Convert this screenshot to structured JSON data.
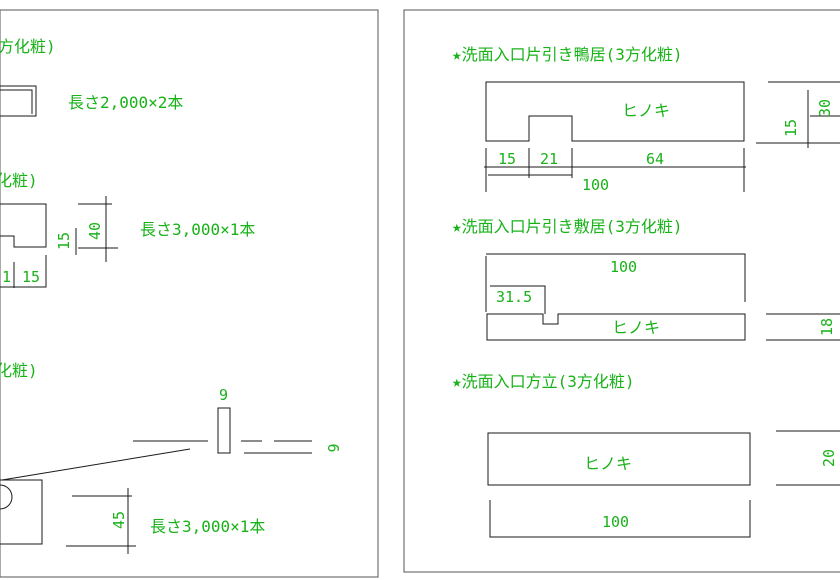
{
  "colors": {
    "annotation": "#19b219",
    "line": "#1a1a1a",
    "frame": "#555555"
  },
  "left_panel": {
    "partial_heading_1": "方化粧)",
    "length_1": "長さ2,000×2本",
    "partial_heading_2": "化粧)",
    "dim_40": "40",
    "dim_15a": "15",
    "length_2": "長さ3,000×1本",
    "dim_bottom_1": "1",
    "dim_bottom_15": "15",
    "partial_heading_3": "化粧)",
    "dim_9": "9",
    "dim_6": "6",
    "dim_45": "45",
    "length_3": "長さ3,000×1本"
  },
  "right_panel": {
    "kamoi": {
      "heading": "★洗面入口片引き鴨居(3方化粧)",
      "material": "ヒノキ",
      "dim_15": "15",
      "dim_21": "21",
      "dim_64": "64",
      "dim_100": "100",
      "dim_30": "30",
      "dim_15_side": "15"
    },
    "shikii": {
      "heading": "★洗面入口片引き敷居(3方化粧)",
      "dim_100": "100",
      "dim_31_5": "31.5",
      "material": "ヒノキ",
      "dim_18": "18"
    },
    "houdate": {
      "heading": "★洗面入口方立(3方化粧)",
      "material": "ヒノキ",
      "dim_100": "100",
      "dim_side": "20"
    }
  }
}
